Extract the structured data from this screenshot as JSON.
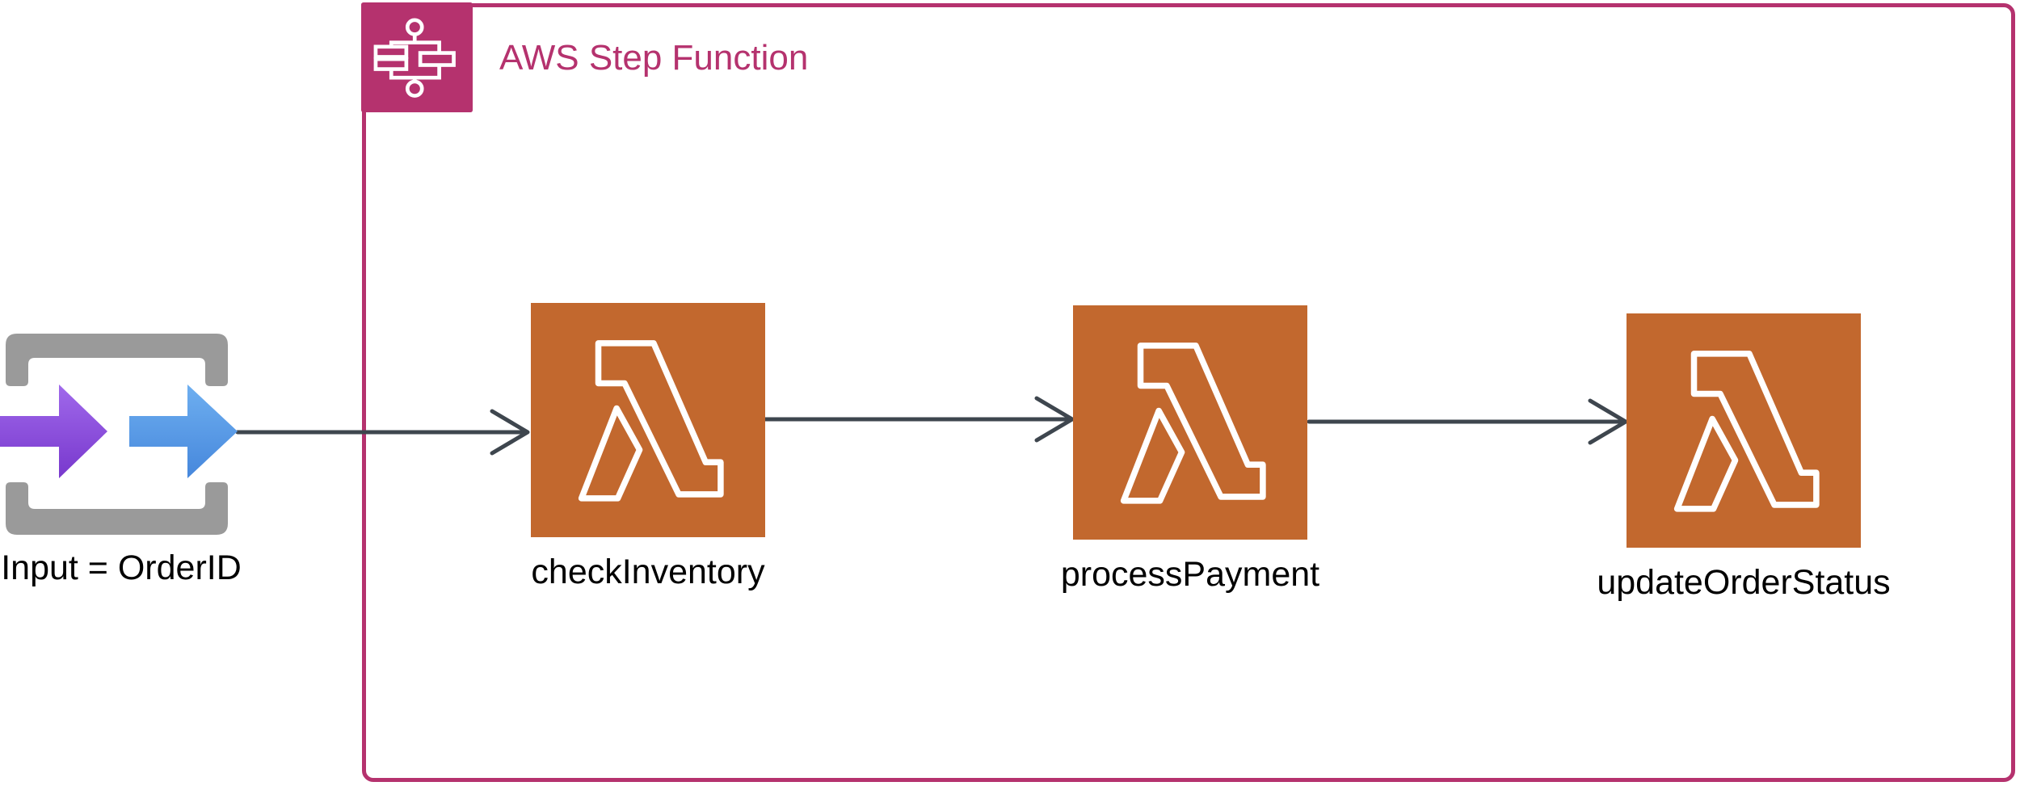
{
  "group": {
    "title": "AWS Step Function"
  },
  "nodes": {
    "input": {
      "label": "Input = OrderID"
    },
    "lambdas": [
      {
        "label": "checkInventory"
      },
      {
        "label": "processPayment"
      },
      {
        "label": "updateOrderStatus"
      }
    ]
  },
  "edges": [
    {
      "from": "Input = OrderID",
      "to": "checkInventory"
    },
    {
      "from": "checkInventory",
      "to": "processPayment"
    },
    {
      "from": "processPayment",
      "to": "updateOrderStatus"
    }
  ],
  "colors": {
    "group_pink": "#B5326E",
    "lambda_orange": "#C2682E",
    "edge_gray": "#3E464E",
    "input_bracket_gray": "#9A9A9A",
    "input_arrow_purple": "#8A50E0",
    "input_arrow_blue": "#5598E8",
    "label_black": "#000000",
    "background": "#FFFFFF"
  }
}
